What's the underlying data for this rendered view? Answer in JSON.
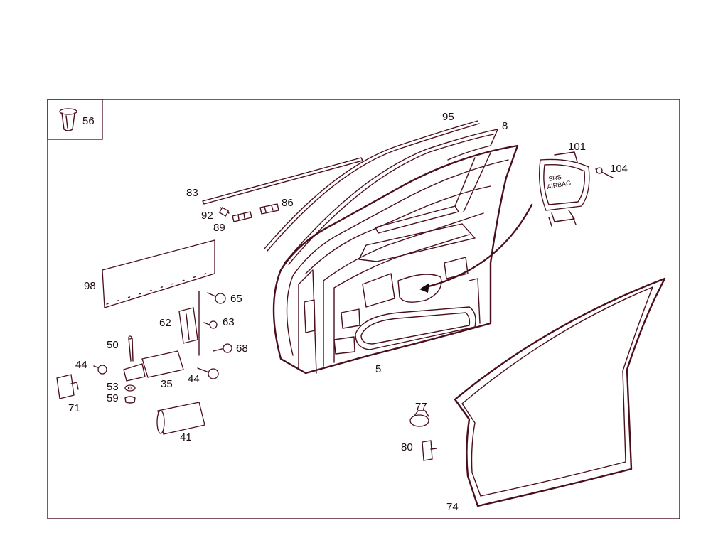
{
  "labels": {
    "p56": "56",
    "p95": "95",
    "p8": "8",
    "p101": "101",
    "p104": "104",
    "p83": "83",
    "p92": "92",
    "p86": "86",
    "p89": "89",
    "p98": "98",
    "p65": "65",
    "p62": "62",
    "p63": "63",
    "p50": "50",
    "p68": "68",
    "p44a": "44",
    "p44b": "44",
    "p35": "35",
    "p53": "53",
    "p59": "59",
    "p71": "71",
    "p41": "41",
    "p5": "5",
    "p77": "77",
    "p80": "80",
    "p74": "74"
  },
  "airbag_text": {
    "line1": "SRS",
    "line2": "AIRBAG"
  },
  "colors": {
    "line": "#4a0f1c",
    "frame": "#4a0f1c"
  }
}
